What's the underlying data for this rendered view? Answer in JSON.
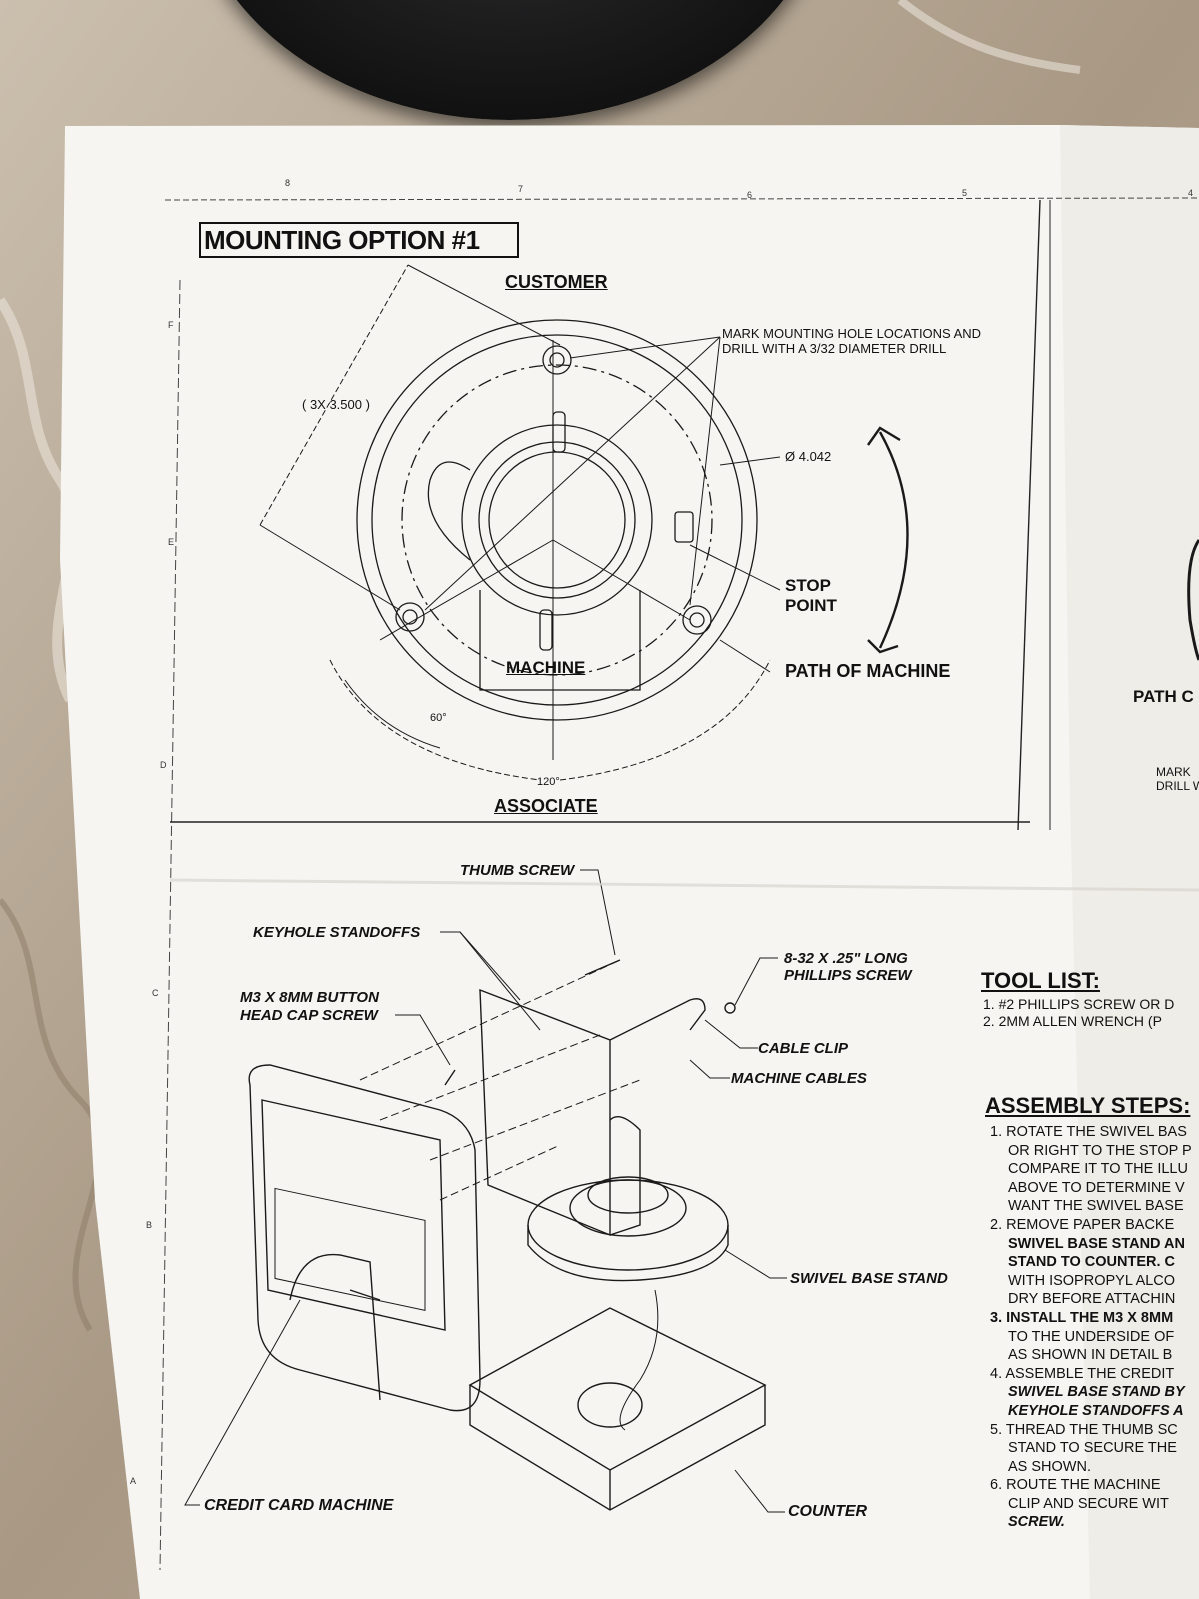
{
  "drawing": {
    "zone_letters": [
      "F",
      "E",
      "D",
      "C",
      "B",
      "A"
    ],
    "zone_numbers": [
      "8",
      "7",
      "6",
      "5",
      "4"
    ],
    "title": "MOUNTING OPTION #1",
    "top_view": {
      "customer": "CUSTOMER",
      "associate": "ASSOCIATE",
      "machine": "MACHINE",
      "mark_holes_line1": "MARK MOUNTING HOLE LOCATIONS AND",
      "mark_holes_line2": "DRILL WITH A 3/32 DIAMETER DRILL",
      "hole_spacing": "( 3X 3.500 )",
      "diameter": "Ø 4.042",
      "stop_line1": "STOP",
      "stop_line2": "POINT",
      "path": "PATH OF MACHINE",
      "angle_60": "60°",
      "angle_120": "120°"
    },
    "right_panel": {
      "path_partial": "PATH C",
      "mark_partial": "MARK",
      "drill_partial": "DRILL W"
    },
    "assembly_view": {
      "thumb_screw": "THUMB SCREW",
      "keyhole": "KEYHOLE STANDOFFS",
      "m3_line1": "M3 X 8MM BUTTON",
      "m3_line2": "HEAD CAP SCREW",
      "phillips_line1": "8-32 X .25\" LONG",
      "phillips_line2": "PHILLIPS SCREW",
      "cable_clip": "CABLE CLIP",
      "machine_cables": "MACHINE CABLES",
      "swivel_base": "SWIVEL BASE STAND",
      "credit_card": "CREDIT CARD MACHINE",
      "counter": "COUNTER"
    },
    "tool_list": {
      "heading": "TOOL LIST:",
      "items": [
        "1. #2 PHILLIPS SCREW OR D",
        "2. 2MM ALLEN WRENCH (P"
      ]
    },
    "assembly_steps": {
      "heading": "ASSEMBLY STEPS:",
      "lines": [
        "1. ROTATE THE SWIVEL BAS",
        "OR RIGHT TO THE STOP P",
        "COMPARE IT TO THE ILLU",
        "ABOVE TO DETERMINE V",
        "WANT THE SWIVEL BASE",
        "2. REMOVE PAPER BACKE",
        "SWIVEL BASE STAND AN",
        "STAND TO COUNTER. C",
        "WITH ISOPROPYL ALCO",
        "DRY BEFORE ATTACHIN",
        "3. INSTALL THE M3 X 8MM",
        "TO THE UNDERSIDE OF",
        "AS SHOWN IN DETAIL B",
        "4. ASSEMBLE THE CREDIT",
        "SWIVEL BASE STAND BY",
        "KEYHOLE STANDOFFS A",
        "5. THREAD THE THUMB SC",
        "STAND TO SECURE THE",
        "AS SHOWN.",
        "6. ROUTE THE MACHINE",
        "CLIP AND SECURE WIT",
        "SCREW."
      ]
    }
  }
}
